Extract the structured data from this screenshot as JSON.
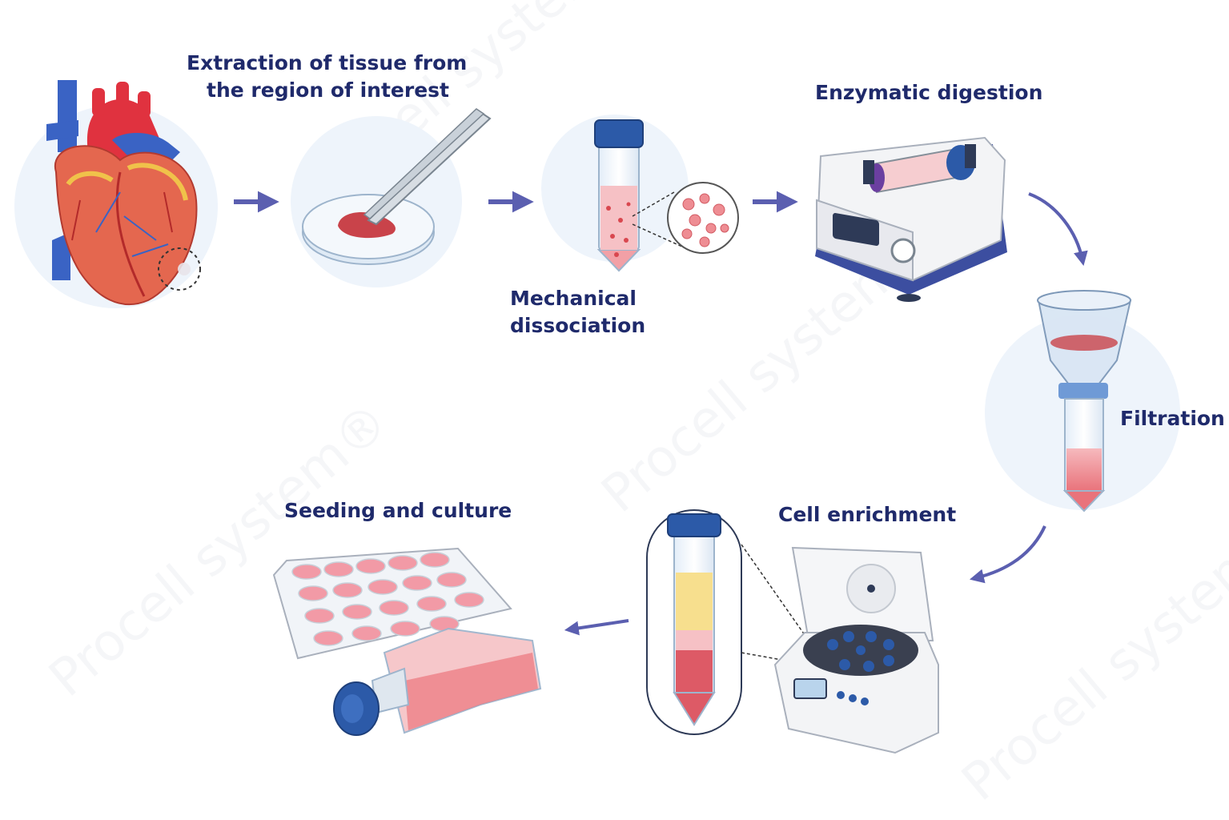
{
  "steps": [
    {
      "id": "extraction",
      "label_lines": [
        "Extraction of tissue from",
        "the region of interest"
      ]
    },
    {
      "id": "mechanical",
      "label_lines": [
        "Mechanical",
        "dissociation"
      ]
    },
    {
      "id": "enzymatic",
      "label_lines": [
        "Enzymatic digestion"
      ]
    },
    {
      "id": "filtration",
      "label_lines": [
        "Filtration"
      ]
    },
    {
      "id": "enrichment",
      "label_lines": [
        "Cell enrichment"
      ]
    },
    {
      "id": "seeding",
      "label_lines": [
        "Seeding and culture"
      ]
    }
  ],
  "watermark": {
    "text": "Procell system",
    "mark": "®"
  },
  "colors": {
    "label_text": "#1f2a6b",
    "arrow": "#5b5fb0",
    "bubble": "#eef4fb",
    "tissue_red": "#c9434a",
    "medium_pink": "#f2a0a6",
    "cap_blue": "#2c5aa8",
    "device_blue": "#3c4ea0"
  }
}
